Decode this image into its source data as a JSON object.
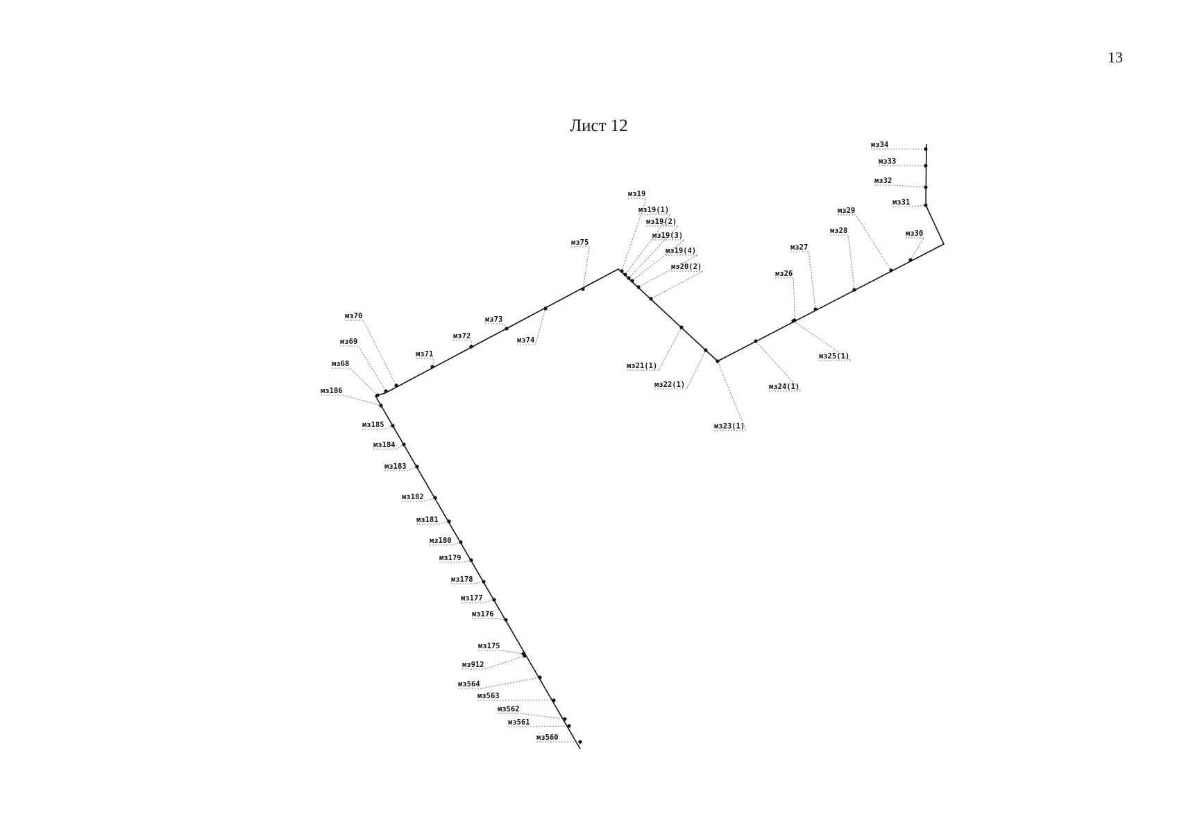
{
  "page_number": "13",
  "sheet_title": "Лист 12",
  "diagram": {
    "line_color": "#111111",
    "leader_color": "#555555",
    "points": [
      {
        "id": "p34",
        "label": "мз34"
      },
      {
        "id": "p33",
        "label": "мз33"
      },
      {
        "id": "p32",
        "label": "мз32"
      },
      {
        "id": "p31",
        "label": "мз31"
      },
      {
        "id": "p30",
        "label": "мз30"
      },
      {
        "id": "p29",
        "label": "мз29"
      },
      {
        "id": "p28",
        "label": "мз28"
      },
      {
        "id": "p27",
        "label": "мз27"
      },
      {
        "id": "p26",
        "label": "мз26"
      },
      {
        "id": "p25",
        "label": "мз25(1)"
      },
      {
        "id": "p24",
        "label": "мз24(1)"
      },
      {
        "id": "p23",
        "label": "мз23(1)"
      },
      {
        "id": "p22",
        "label": "мз22(1)"
      },
      {
        "id": "p21",
        "label": "мз21(1)"
      },
      {
        "id": "p20",
        "label": "мз20(2)"
      },
      {
        "id": "p19_4",
        "label": "мз19(4)"
      },
      {
        "id": "p19_3",
        "label": "мз19(3)"
      },
      {
        "id": "p19_2",
        "label": "мз19(2)"
      },
      {
        "id": "p19_1",
        "label": "мз19(1)"
      },
      {
        "id": "p19",
        "label": "мз19"
      },
      {
        "id": "p75",
        "label": "мз75"
      },
      {
        "id": "p74",
        "label": "мз74"
      },
      {
        "id": "p73",
        "label": "мз73"
      },
      {
        "id": "p72",
        "label": "мз72"
      },
      {
        "id": "p71",
        "label": "мз71"
      },
      {
        "id": "p70",
        "label": "мз70"
      },
      {
        "id": "p69",
        "label": "мз69"
      },
      {
        "id": "p68",
        "label": "мз68"
      },
      {
        "id": "p186",
        "label": "мз186"
      },
      {
        "id": "p185",
        "label": "мз185"
      },
      {
        "id": "p184",
        "label": "мз184"
      },
      {
        "id": "p183",
        "label": "мз183"
      },
      {
        "id": "p182",
        "label": "мз182"
      },
      {
        "id": "p181",
        "label": "мз181"
      },
      {
        "id": "p180",
        "label": "мз180"
      },
      {
        "id": "p179",
        "label": "мз179"
      },
      {
        "id": "p178",
        "label": "мз178"
      },
      {
        "id": "p177",
        "label": "мз177"
      },
      {
        "id": "p176",
        "label": "мз176"
      },
      {
        "id": "p175",
        "label": "мз175"
      },
      {
        "id": "p912",
        "label": "мз912"
      },
      {
        "id": "p564",
        "label": "мз564"
      },
      {
        "id": "p563",
        "label": "мз563"
      },
      {
        "id": "p562",
        "label": "мз562"
      },
      {
        "id": "p561",
        "label": "мз561"
      },
      {
        "id": "p560",
        "label": "мз560"
      }
    ]
  }
}
